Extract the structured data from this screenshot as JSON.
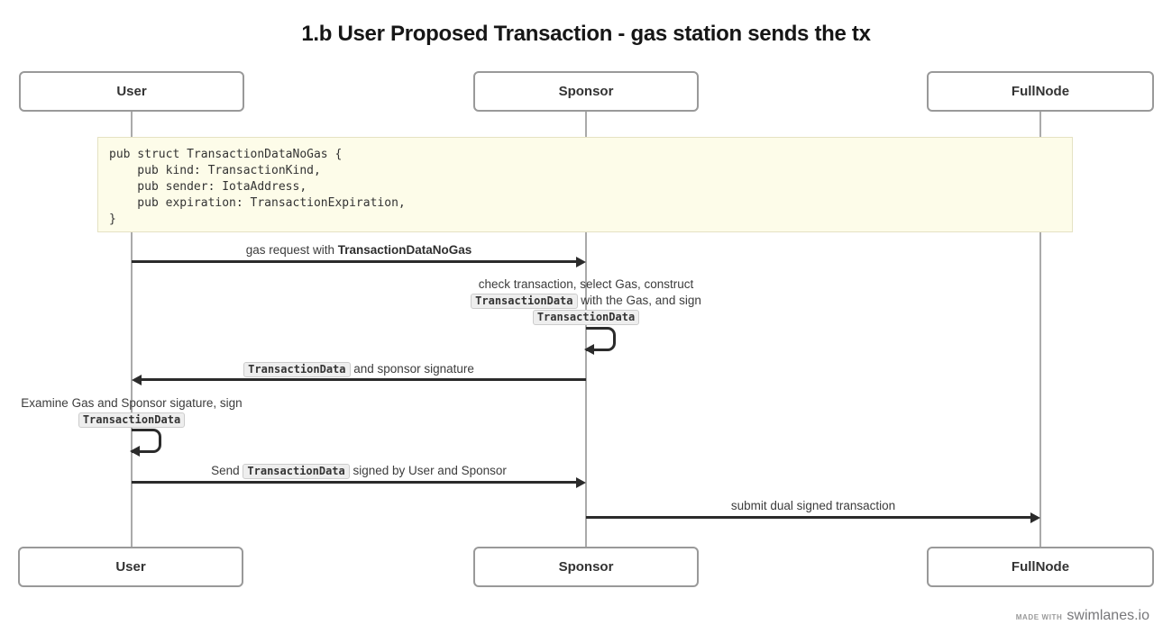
{
  "title": "1.b User Proposed Transaction - gas station sends the tx",
  "actors": {
    "user": "User",
    "sponsor": "Sponsor",
    "fullnode": "FullNode"
  },
  "note": {
    "code": "pub struct TransactionDataNoGas {\n    pub kind: TransactionKind,\n    pub sender: IotaAddress,\n    pub expiration: TransactionExpiration,\n}"
  },
  "messages": {
    "m1": {
      "plain": "gas request with ",
      "bold": "TransactionDataNoGas"
    },
    "sponsor_action": {
      "line1": "check transaction, select Gas, construct",
      "code1": "TransactionData",
      "line2_rest": " with the Gas, and sign",
      "code2": "TransactionData"
    },
    "m2": {
      "code": "TransactionData",
      "rest": " and sponsor signature"
    },
    "user_action": {
      "line1": "Examine Gas and Sponsor sigature, sign",
      "code": "TransactionData"
    },
    "m3": {
      "pre": "Send ",
      "code": "TransactionData",
      "post": " signed by User and Sponsor"
    },
    "m4": {
      "text": "submit dual signed transaction"
    }
  },
  "footer": {
    "made_with": "MADE WITH",
    "brand": "swimlanes.io"
  },
  "colors": {
    "arrow": "#2b2b2b",
    "lifeline": "#aaaaaa",
    "actor_border": "#999999",
    "note_bg": "#fdfce9",
    "note_border": "#e5e2c3",
    "code_bg": "#eeeeee",
    "code_border": "#cccccc",
    "label_text": "#3c3c3c"
  }
}
